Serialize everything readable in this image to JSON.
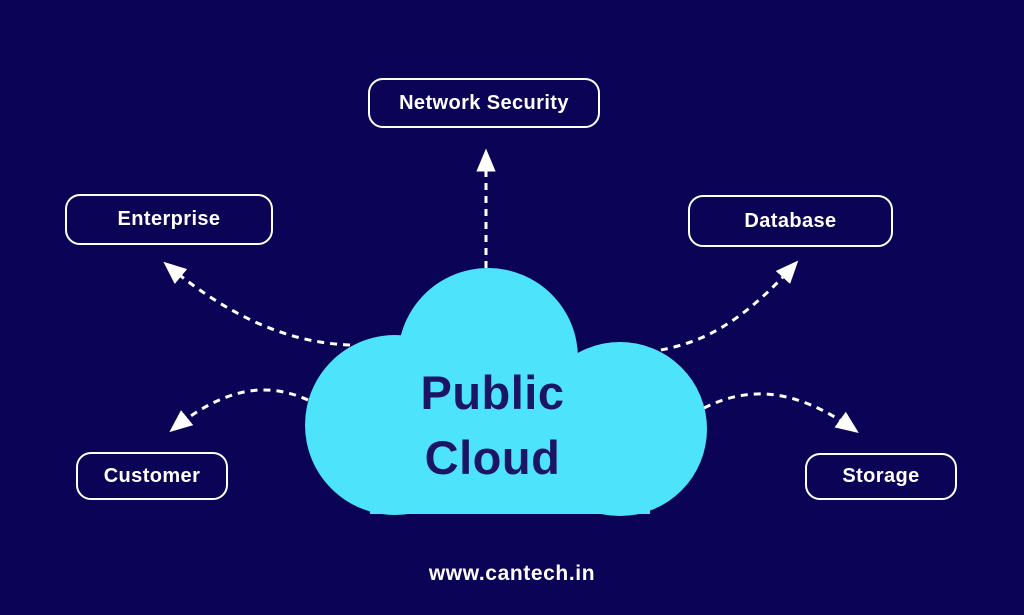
{
  "colors": {
    "background": "#0b0355",
    "cloud": "#4de3fb",
    "cloud_text": "#1b1566",
    "box_border": "#ffffff",
    "box_text": "#ffffff",
    "arrow": "#ffffff",
    "footer_text": "#ffffff"
  },
  "center": {
    "title_line1": "Public",
    "title_line2": "Cloud"
  },
  "nodes": [
    {
      "id": "network-security",
      "label": "Network Security"
    },
    {
      "id": "enterprise",
      "label": "Enterprise"
    },
    {
      "id": "database",
      "label": "Database"
    },
    {
      "id": "customer",
      "label": "Customer"
    },
    {
      "id": "storage",
      "label": "Storage"
    }
  ],
  "footer": {
    "website": "www.cantech.in"
  }
}
